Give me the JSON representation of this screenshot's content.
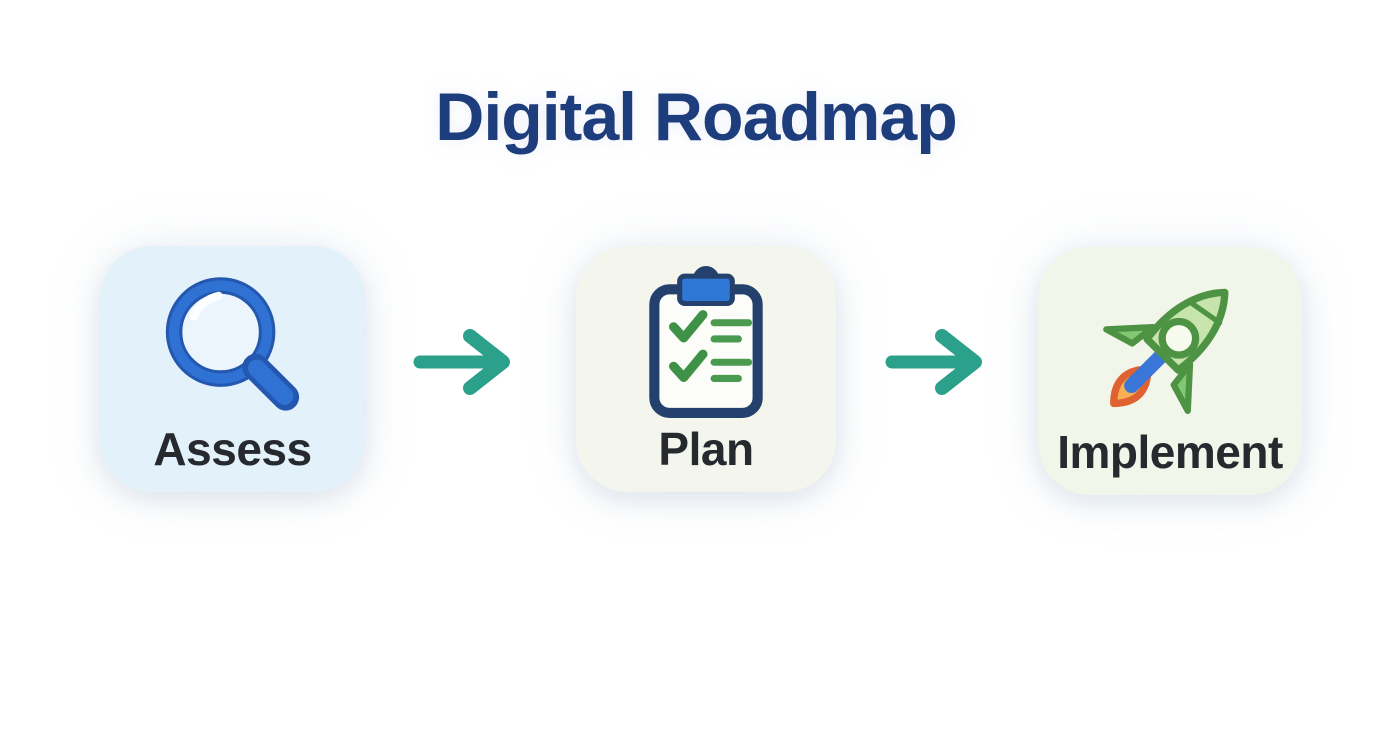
{
  "page": {
    "title": "Digital Roadmap",
    "background_color": "#ffffff",
    "title_color": "#1e3d7d",
    "label_color": "#26292e"
  },
  "steps": [
    {
      "label": "Assess",
      "icon": "magnifying-glass-icon",
      "card_color": "#e2f1fa",
      "icon_colors": {
        "ring": "#2f72d3",
        "outline": "#2357b0",
        "lens": "#ecf5fc",
        "glint": "#ffffff"
      }
    },
    {
      "label": "Plan",
      "icon": "clipboard-checklist-icon",
      "card_color": "#f4f6ee",
      "icon_colors": {
        "board_outline": "#24406c",
        "paper": "#fcfdf8",
        "clip": "#2e77d4",
        "check": "#3f9147",
        "list_line": "#4a9a50"
      }
    },
    {
      "label": "Implement",
      "icon": "rocket-icon",
      "card_color": "#f2f5ea",
      "icon_colors": {
        "body": "#c6e4ab",
        "outline": "#4e9343",
        "fins": "#82c873",
        "window": "#f7fbee",
        "nozzle": "#3a76d8",
        "flame_fill": "#f7b054",
        "flame_outline": "#df6230"
      }
    }
  ],
  "connectors": [
    {
      "type": "right-arrow",
      "color": "#2ba08b"
    },
    {
      "type": "right-arrow",
      "color": "#2ba08b"
    }
  ]
}
